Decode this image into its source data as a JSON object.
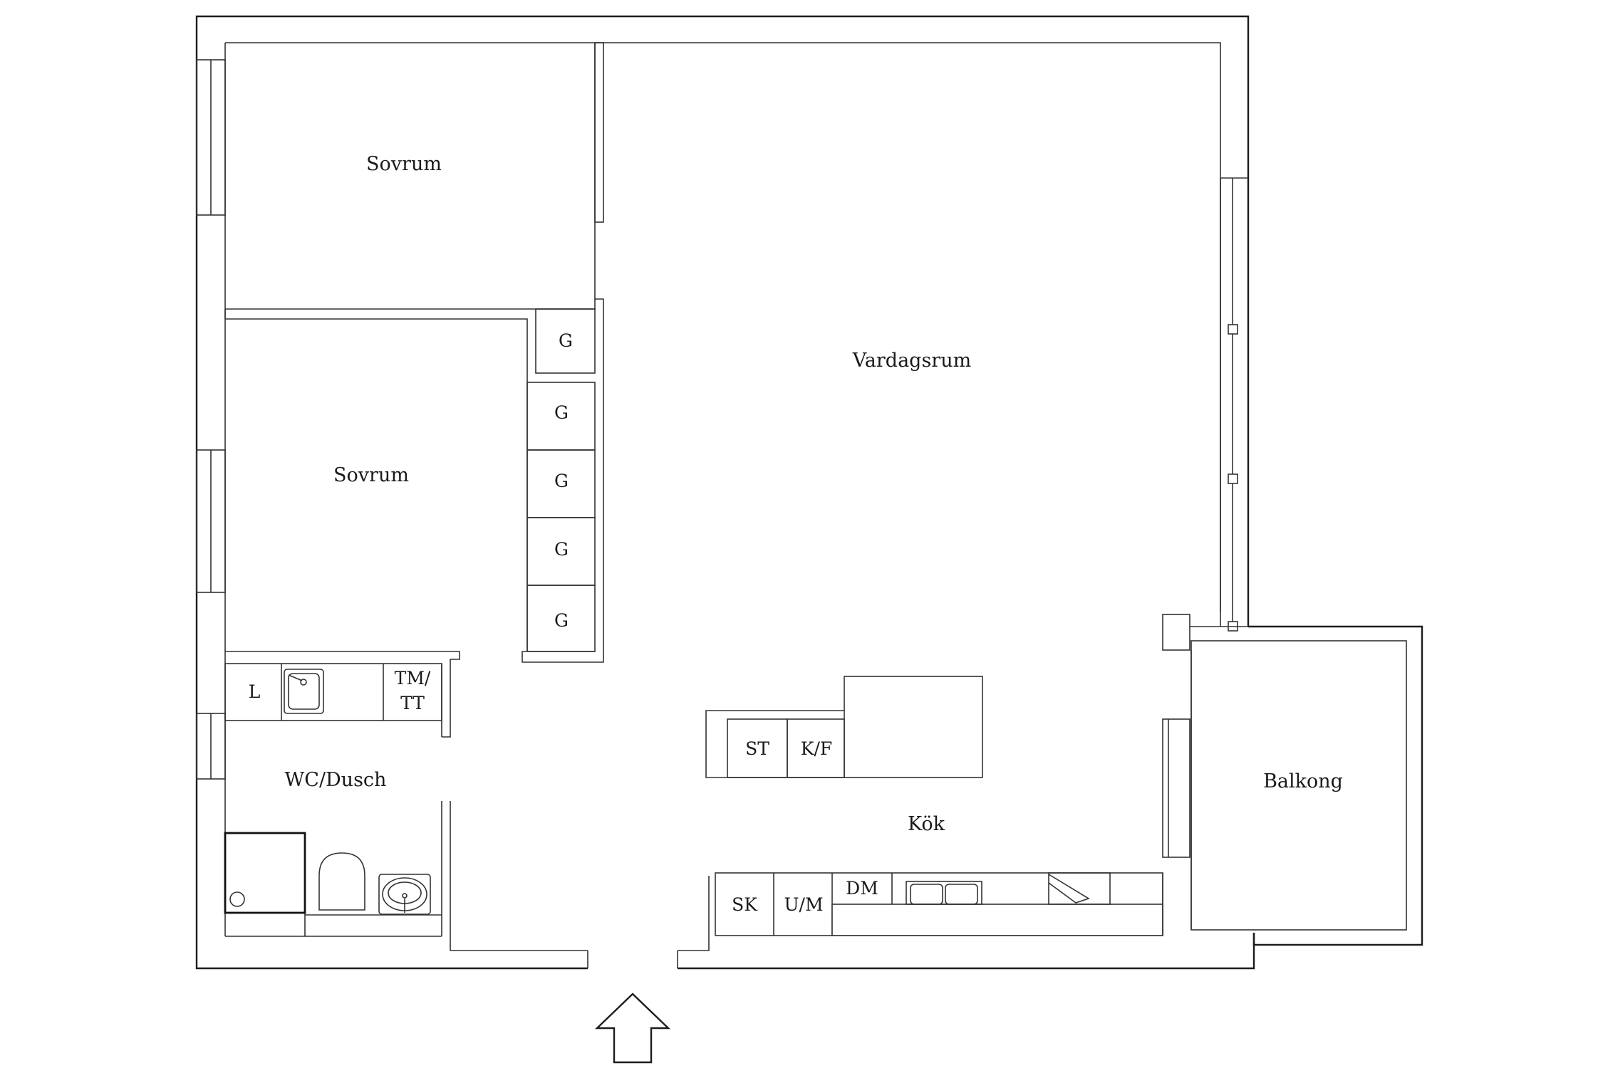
{
  "rooms": {
    "sovrum_top": "Sovrum",
    "sovrum_mid": "Sovrum",
    "vardagsrum": "Vardagsrum",
    "wc_dusch": "WC/Dusch",
    "kok": "Kök",
    "balkong": "Balkong"
  },
  "fixtures": {
    "wardrobe": [
      "G",
      "G",
      "G",
      "G",
      "G"
    ],
    "laundry": "L",
    "tm_line1": "TM/",
    "tm_line2": "TT",
    "stove": "ST",
    "fridge": "K/F",
    "cabinet": "SK",
    "oven_micro": "U/M",
    "dishwasher": "DM"
  },
  "icons": {
    "entrance": "arrow-up-icon",
    "sink": "washbasin-icon",
    "toilet": "toilet-icon",
    "shower": "shower-icon",
    "kitchen_sink": "kitchen-sink-icon",
    "washing_machine": "washing-machine-icon"
  }
}
